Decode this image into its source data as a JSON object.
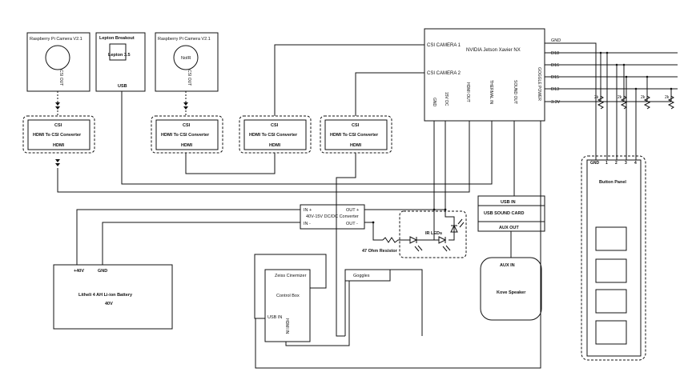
{
  "cameras": {
    "cam1_title": "Raspberry Pi Camera V2.1",
    "cam1_port": "CSI OUT",
    "lepton_title": "Lepton Breakout",
    "lepton_chip": "Lepton 3.5",
    "lepton_port": "USB",
    "cam2_title": "Raspberry Pi Camera V2.1",
    "cam2_lens": "NoIR",
    "cam2_port": "CSI OUT"
  },
  "converter": {
    "top": "CSI",
    "name": "HDMI To CSI Converter",
    "bottom": "HDMI"
  },
  "jetson": {
    "name": "NVIDIA Jetson Xavier NX",
    "csi1": "CSI CAMERA 1",
    "csi2": "CSI CAMERA 2",
    "gnd": "GND",
    "v15": "15V DC",
    "hdmi": "HDMI OUT",
    "thermal": "THERMAL IN",
    "sound": "SOUND OUT",
    "goggle": "GOGGLE POWER"
  },
  "gpio": {
    "gnd": "GND",
    "d18": "D18",
    "d16": "D16",
    "d15": "D15",
    "d13": "D13",
    "v33": "3.3V",
    "resistor": "2k"
  },
  "dcdc": {
    "in_plus": "IN +",
    "in_minus": "IN -",
    "out_plus": "OUT +",
    "out_minus": "OUT -",
    "name": "40V-15V DC/DC Converter"
  },
  "battery": {
    "pos": "+40V",
    "gnd": "GND",
    "name": "Litheli 4 AH Li-ion Battery",
    "voltage": "40V"
  },
  "ir": {
    "label": "IR LEDs",
    "resistor": "47 Ohm Resistor"
  },
  "sound_card": {
    "usb_in": "USB IN",
    "name": "USB SOUND CARD",
    "aux_out": "AUX OUT"
  },
  "speaker": {
    "aux_in": "AUX IN",
    "name": "Kove Speaker"
  },
  "zeiss": {
    "name": "Zeiss Cinemizer",
    "control": "Control Box",
    "usb_in": "USB IN",
    "hdmi_in": "HDMI IN"
  },
  "goggles": {
    "label": "Goggles"
  },
  "button_panel": {
    "pins": [
      "GND",
      "1",
      "2",
      "3",
      "4"
    ],
    "title": "Button Panel"
  }
}
